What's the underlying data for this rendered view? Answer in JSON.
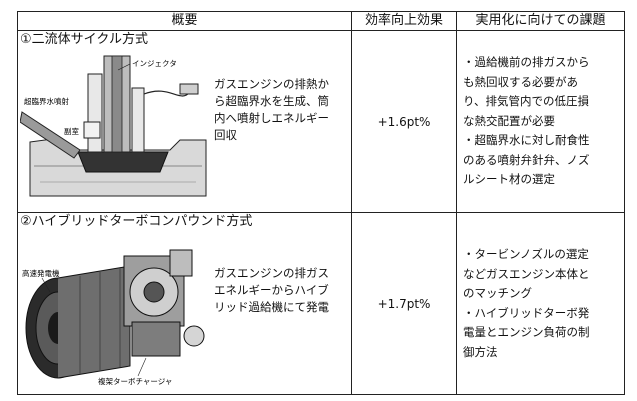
{
  "header": {
    "overview": "概要",
    "effect": "効率向上効果",
    "issues": "実用化に向けての課題"
  },
  "rows": [
    {
      "title": "①二流体サイクル方式",
      "callouts": [
        "超臨界水噴射",
        "インジェクタ",
        "副室"
      ],
      "description_lines": [
        "ガスエンジンの排熱か",
        "ら超臨界水を生成、筒",
        "内へ噴射しエネルギー",
        "回収"
      ],
      "effect": "+1.6pt%",
      "issue_lines": [
        "・過給機前の排ガスから",
        "も熱回収する必要があ",
        "り、排気管内での低圧損",
        "な熱交配置が必要",
        "・超臨界水に対し耐食性",
        "のある噴射弁針弁、ノズ",
        "ルシート材の選定"
      ]
    },
    {
      "title": "②ハイブリッドターボコンパウンド方式",
      "callouts": [
        "高速発電機",
        "複架ターボチャージャ"
      ],
      "description_lines": [
        "ガスエンジンの排ガス",
        "エネルギーからハイブ",
        "リッド過給機にて発電"
      ],
      "effect": "+1.7pt%",
      "issue_lines": [
        "・タービンノズルの選定",
        "などガスエンジン本体と",
        "のマッチング",
        "・ハイブリッドターボ発",
        "電量とエンジン負荷の制",
        "御方法"
      ]
    }
  ]
}
